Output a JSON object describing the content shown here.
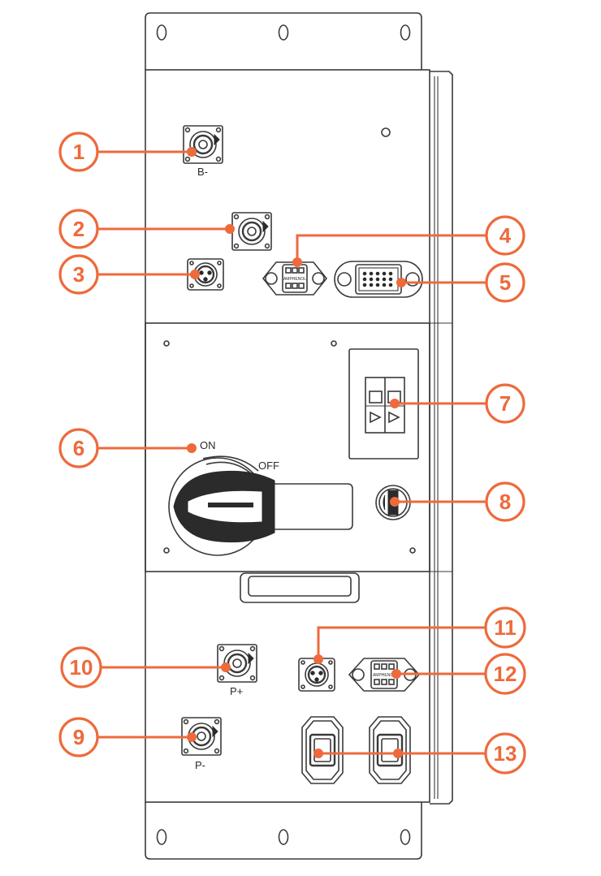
{
  "panel_labels": {
    "b_minus": "B-",
    "p_plus": "P+",
    "p_minus": "P-",
    "on": "ON",
    "off": "OFF",
    "connector_brand": "AMPHENOL"
  },
  "callouts": [
    "1",
    "2",
    "3",
    "4",
    "5",
    "6",
    "7",
    "8",
    "9",
    "10",
    "11",
    "12",
    "13"
  ],
  "colors": {
    "accent": "#EE6A3B",
    "line": "#3a3a3a"
  }
}
